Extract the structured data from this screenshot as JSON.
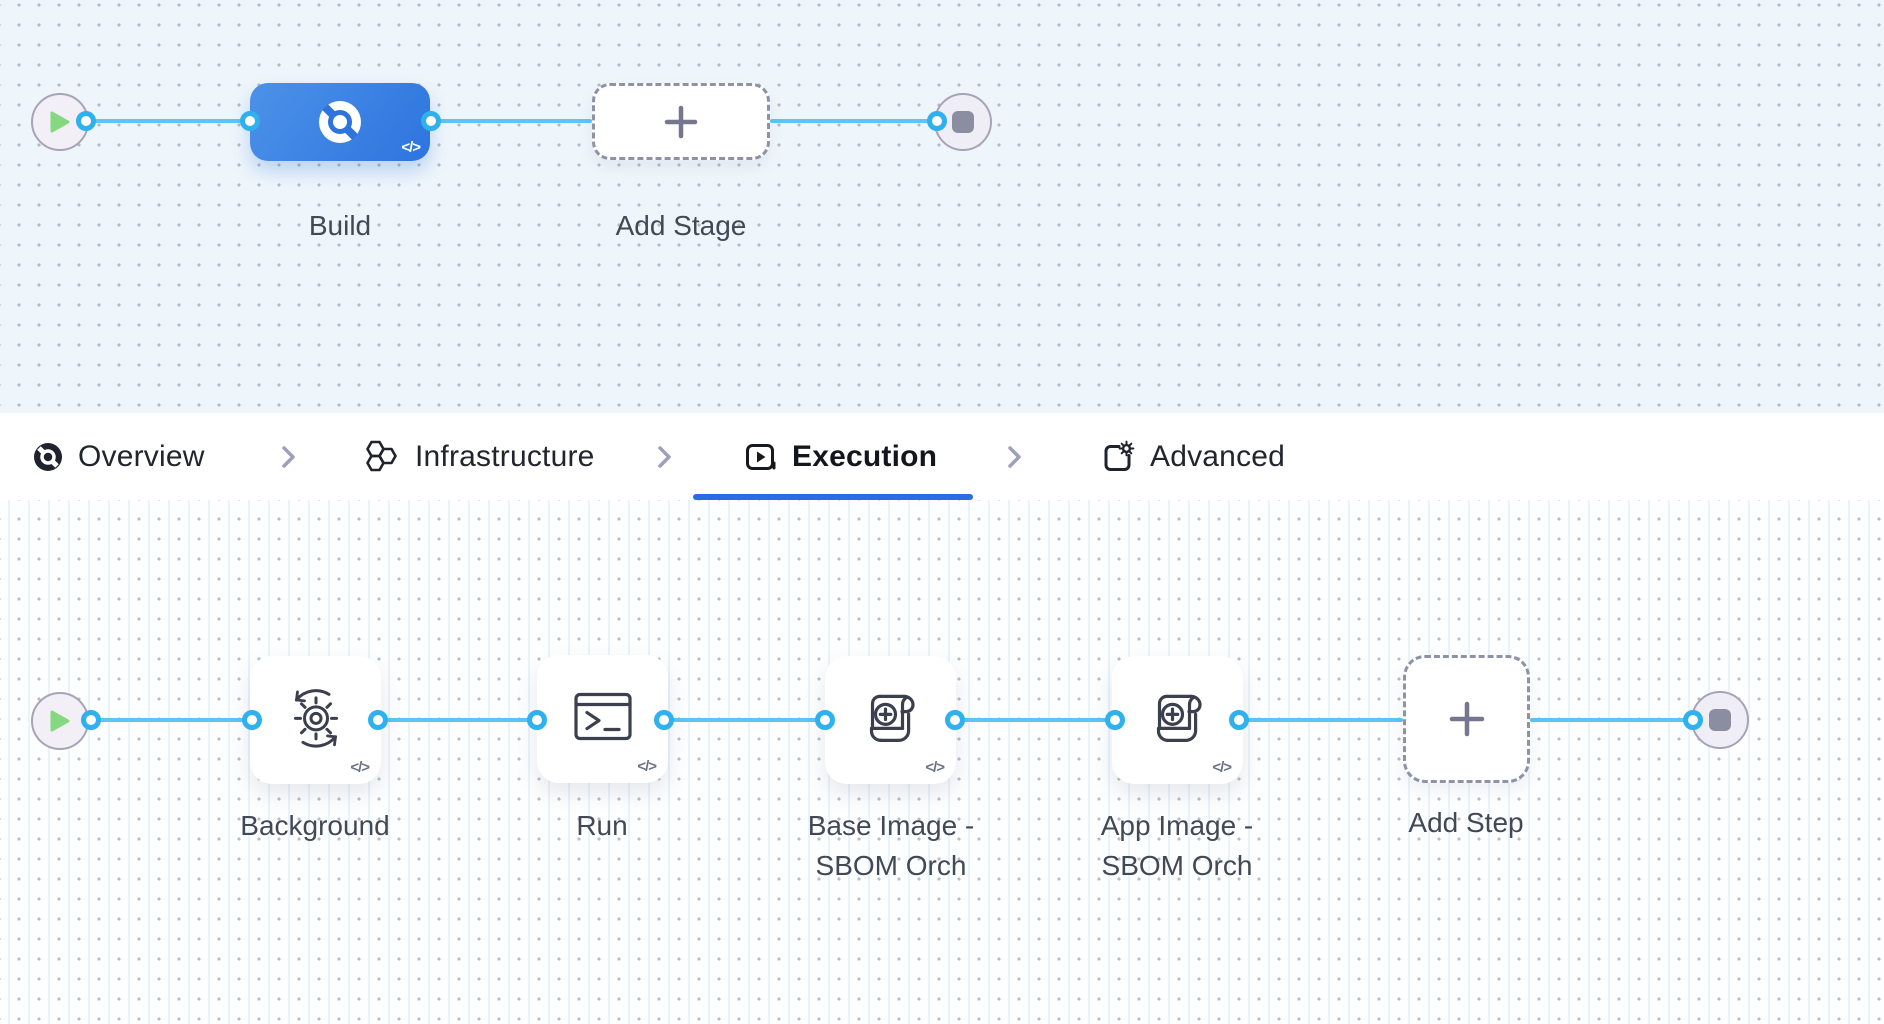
{
  "breadcrumb_tabs": {
    "items": [
      {
        "label": "Overview",
        "icon": "harness-pie-icon",
        "active": false
      },
      {
        "label": "Infrastructure",
        "icon": "hexagons-icon",
        "active": false
      },
      {
        "label": "Execution",
        "icon": "play-square-icon",
        "active": true
      },
      {
        "label": "Advanced",
        "icon": "gear-square-icon",
        "active": false
      }
    ]
  },
  "stage_canvas": {
    "start_node": "start",
    "stages": [
      {
        "label": "Build",
        "icon": "harness-build-icon",
        "code_badge": "</>"
      }
    ],
    "add_stage_label": "Add Stage",
    "end_node": "stop"
  },
  "execution_canvas": {
    "start_node": "start",
    "steps": [
      {
        "label": "Background",
        "icon": "gear-sync-icon",
        "code_badge": "</>"
      },
      {
        "label": "Run",
        "icon": "terminal-icon",
        "code_badge": "</>"
      },
      {
        "label_line1": "Base Image -",
        "label_line2": "SBOM Orch",
        "icon": "scroll-plus-icon",
        "code_badge": "</>"
      },
      {
        "label_line1": "App Image -",
        "label_line2": "SBOM Orch",
        "icon": "scroll-plus-icon",
        "code_badge": "</>"
      }
    ],
    "add_step_label": "Add Step",
    "end_node": "stop"
  },
  "colors": {
    "accent_blue": "#2b6ce2",
    "connector_blue": "#5cc5f2",
    "port_ring_blue": "#2fb1ef",
    "stage_gradient_start": "#4c92e8",
    "stage_gradient_end": "#2d74df",
    "play_green": "#84d87f",
    "icon_dark": "#3b3f4e",
    "canvas_top_bg": "#eff6fb",
    "canvas_bottom_bg": "#fdfeff",
    "start_end_fill": "#f2eff7",
    "start_end_border": "#a8a3b6"
  }
}
